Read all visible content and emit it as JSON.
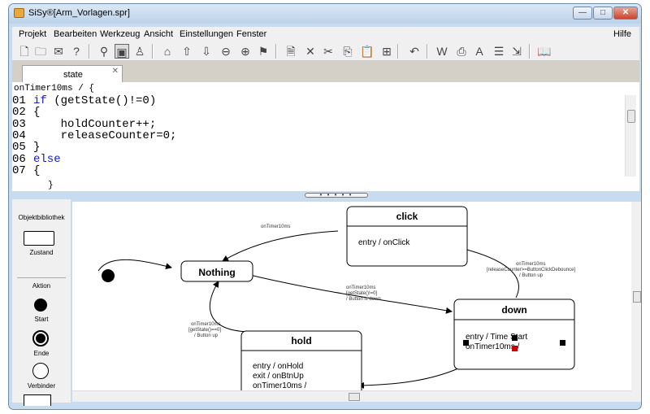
{
  "window": {
    "title": "SiSy®[Arm_Vorlagen.spr]",
    "min": "—",
    "max": "□",
    "close": "✕"
  },
  "menu": {
    "items": [
      "Projekt",
      "Bearbeiten",
      "Werkzeug",
      "Ansicht",
      "Einstellungen",
      "Fenster"
    ],
    "help": "Hilfe"
  },
  "toolbar": {
    "icons": [
      "new-file-icon",
      "open-folder-icon",
      "mail-icon",
      "help-icon",
      "binoculars-icon",
      "window-icon",
      "person-icon",
      "home-icon",
      "up-arrow-icon",
      "down-arrow-icon",
      "zoom-out-icon",
      "zoom-in-icon",
      "properties-icon",
      "document-icon",
      "cut-icon",
      "scissors-icon",
      "copy-icon",
      "paste-icon",
      "grid-icon",
      "undo-icon",
      "w-icon",
      "print-icon",
      "font-icon",
      "list-icon",
      "export-icon",
      "book-icon"
    ],
    "glyphs": [
      "🗋",
      "🗀",
      "✉",
      "?",
      "⚲",
      "▣",
      "♙",
      "⌂",
      "⇧",
      "⇩",
      "⊖",
      "⊕",
      "⚑",
      "🗎",
      "✕",
      "✂",
      "⎘",
      "📋",
      "⊞",
      "↶",
      "W",
      "⎙",
      "A",
      "☰",
      "⇲",
      "📖"
    ]
  },
  "tab": {
    "label": "state",
    "close": "✕"
  },
  "editor": {
    "breadcrumb": "onTimer10ms /  {",
    "lines": [
      {
        "n": "01",
        "pre": "",
        "kw": "if",
        "rest": " (getState()!=0)"
      },
      {
        "n": "02",
        "pre": "{",
        "kw": "",
        "rest": ""
      },
      {
        "n": "03",
        "pre": "    holdCounter++;",
        "kw": "",
        "rest": ""
      },
      {
        "n": "04",
        "pre": "    releaseCounter=0;",
        "kw": "",
        "rest": ""
      },
      {
        "n": "05",
        "pre": "}",
        "kw": "",
        "rest": ""
      },
      {
        "n": "06",
        "pre": "",
        "kw": "else",
        "rest": ""
      },
      {
        "n": "07",
        "pre": "{",
        "kw": "",
        "rest": ""
      }
    ],
    "closing_brace": "}",
    "splitter": "• • • • •"
  },
  "library": {
    "title": "Objektbibliothek",
    "zustand": "Zustand",
    "aktion": "Aktion",
    "start": "Start",
    "ende": "Ende",
    "verbinder": "Verbinder"
  },
  "diagram": {
    "states": {
      "nothing": "Nothing",
      "click": "click",
      "click_body": "entry / onClick",
      "down": "down",
      "down_body": "entry / Time Start",
      "down_body2": "onTimer10ms /",
      "hold": "hold",
      "hold_body1": "entry / onHold",
      "hold_body2": "exit / onBtnUp",
      "hold_body3": "onTimer10ms /"
    },
    "transitions": {
      "t1": "onTimer10ms",
      "t2a": "onTimer10ms",
      "t2b": "[getState()!=0]",
      "t2c": "/ Button is down",
      "t3a": "onTimer10ms",
      "t3b": "[releaseCounter>=ButtonClickDebounce]",
      "t3c": "/ Button up",
      "t4a": "onTimer10ms",
      "t4b": "[getState()==0]",
      "t4c": "/ Button up"
    }
  }
}
